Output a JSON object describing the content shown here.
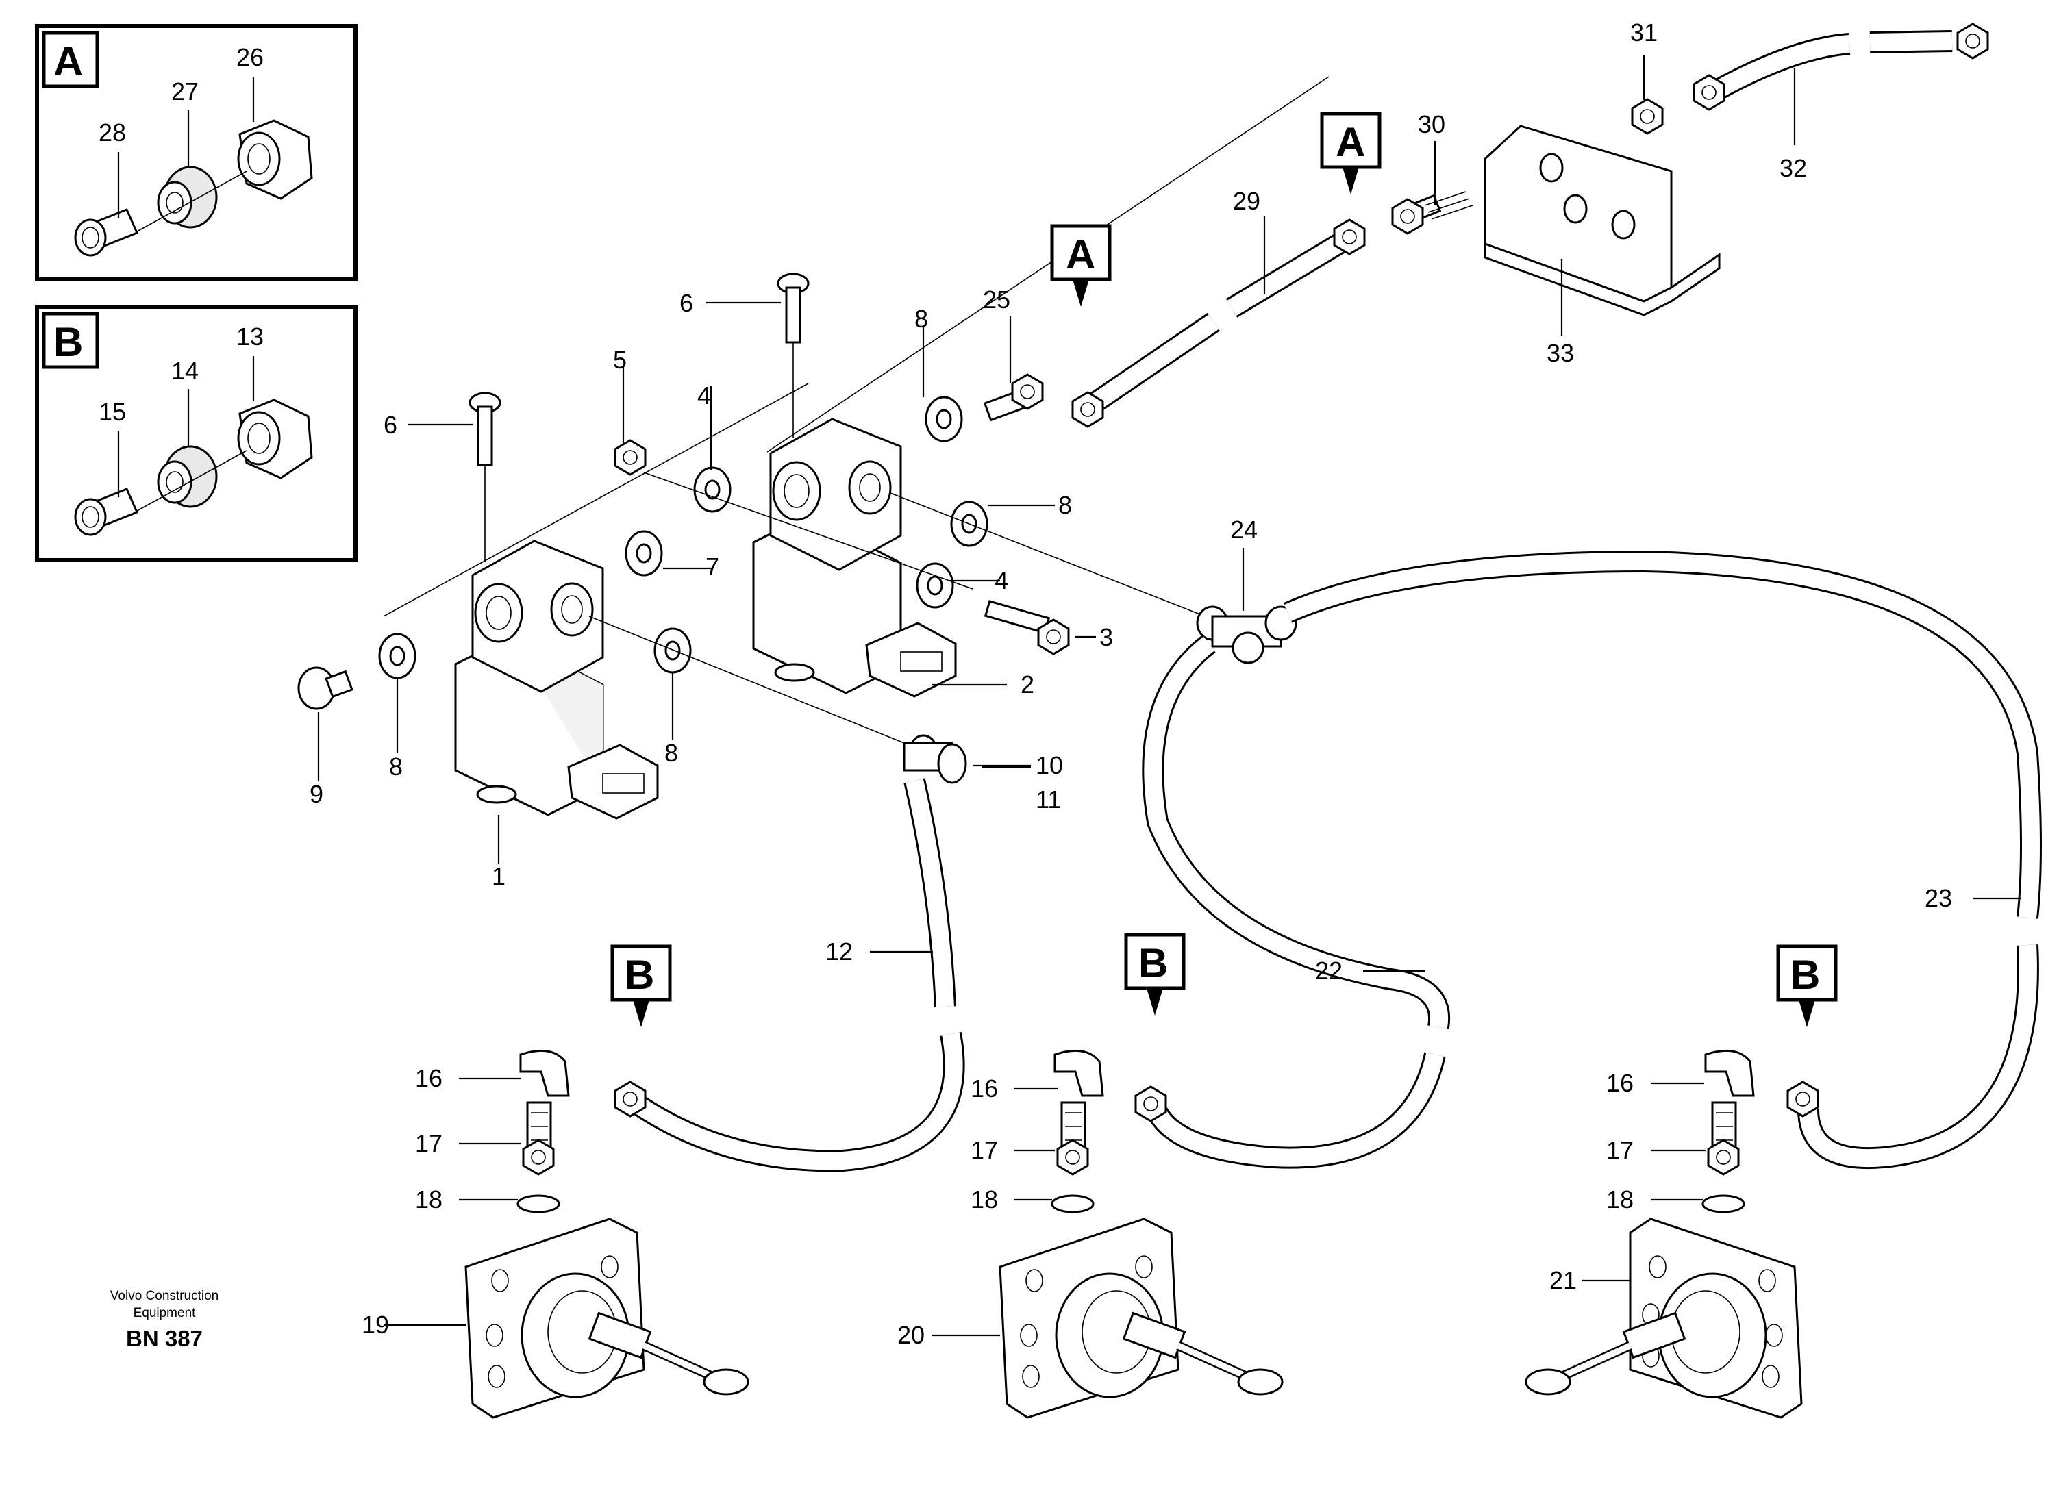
{
  "detail_a": {
    "letter": "A",
    "callouts": {
      "c26": "26",
      "c27": "27",
      "c28": "28"
    }
  },
  "detail_b": {
    "letter": "B",
    "callouts": {
      "c13": "13",
      "c14": "14",
      "c15": "15"
    }
  },
  "reference_markers": [
    {
      "letter": "A"
    },
    {
      "letter": "A"
    },
    {
      "letter": "B"
    },
    {
      "letter": "B"
    },
    {
      "letter": "B"
    }
  ],
  "callouts": {
    "c1": "1",
    "c2": "2",
    "c3": "3",
    "c4a": "4",
    "c4b": "4",
    "c5": "5",
    "c6a": "6",
    "c6b": "6",
    "c7": "7",
    "c8a": "8",
    "c8b": "8",
    "c8c": "8",
    "c8d": "8",
    "c9": "9",
    "c10": "10",
    "c11": "11",
    "c12": "12",
    "c16a": "16",
    "c16b": "16",
    "c16c": "16",
    "c17a": "17",
    "c17b": "17",
    "c17c": "17",
    "c18a": "18",
    "c18b": "18",
    "c18c": "18",
    "c19": "19",
    "c20": "20",
    "c21": "21",
    "c22": "22",
    "c23": "23",
    "c24": "24",
    "c25": "25",
    "c29": "29",
    "c30": "30",
    "c31": "31",
    "c32": "32",
    "c33": "33"
  },
  "footer": {
    "maker_line1": "Volvo Construction",
    "maker_line2": "Equipment",
    "drawing_code": "BN 387"
  }
}
